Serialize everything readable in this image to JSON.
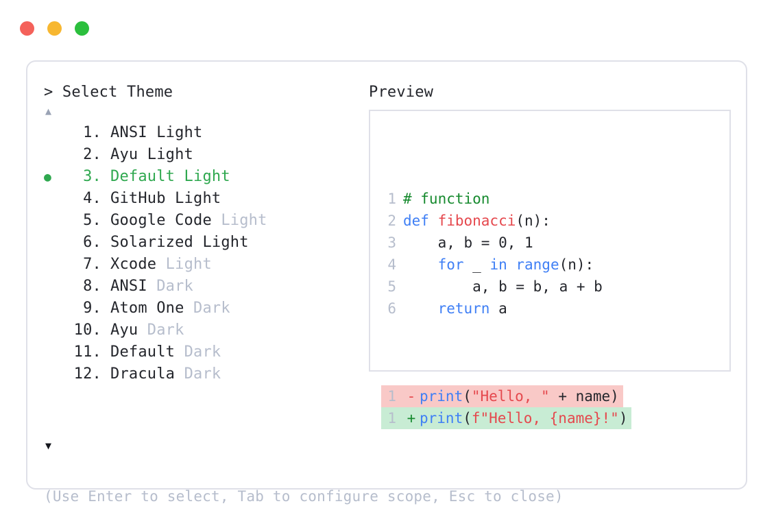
{
  "window": {
    "dots": [
      {
        "name": "close",
        "color": "#f4615a"
      },
      {
        "name": "minimize",
        "color": "#f7b731"
      },
      {
        "name": "maximize",
        "color": "#2bbf3d"
      }
    ]
  },
  "picker": {
    "prompt": "> Select Theme",
    "scroll_up_glyph": "▲",
    "scroll_down_glyph": "▼",
    "selected_bullet": "●",
    "selected_index": 3,
    "accent_color": "#2fa84f",
    "muted_color": "#b6bdcc",
    "items": [
      {
        "number": "1.",
        "name": "ANSI Light",
        "variant": "",
        "selected": false
      },
      {
        "number": "2.",
        "name": "Ayu Light",
        "variant": "",
        "selected": false
      },
      {
        "number": "3.",
        "name": "Default Light",
        "variant": "",
        "selected": true
      },
      {
        "number": "4.",
        "name": "GitHub Light",
        "variant": "",
        "selected": false
      },
      {
        "number": "5.",
        "name": "Google Code",
        "variant": "Light",
        "selected": false
      },
      {
        "number": "6.",
        "name": "Solarized Light",
        "variant": "",
        "selected": false
      },
      {
        "number": "7.",
        "name": "Xcode",
        "variant": "Light",
        "selected": false
      },
      {
        "number": "8.",
        "name": "ANSI",
        "variant": "Dark",
        "selected": false
      },
      {
        "number": "9.",
        "name": "Atom One",
        "variant": "Dark",
        "selected": false
      },
      {
        "number": "10.",
        "name": "Ayu",
        "variant": "Dark",
        "selected": false
      },
      {
        "number": "11.",
        "name": "Default",
        "variant": "Dark",
        "selected": false
      },
      {
        "number": "12.",
        "name": "Dracula",
        "variant": "Dark",
        "selected": false
      }
    ],
    "hint": "(Use Enter to select, Tab to configure scope, Esc to close)"
  },
  "preview": {
    "title": "Preview",
    "code_lines": [
      {
        "ln": "1",
        "tokens": [
          {
            "t": "# function",
            "c": "comment"
          }
        ]
      },
      {
        "ln": "2",
        "tokens": [
          {
            "t": "def ",
            "c": "kw"
          },
          {
            "t": "fibonacci",
            "c": "fn"
          },
          {
            "t": "(n):",
            "c": "plain"
          }
        ]
      },
      {
        "ln": "3",
        "tokens": [
          {
            "t": "    a, b = 0, 1",
            "c": "plain"
          }
        ]
      },
      {
        "ln": "4",
        "tokens": [
          {
            "t": "    ",
            "c": "plain"
          },
          {
            "t": "for",
            "c": "kw"
          },
          {
            "t": " _ ",
            "c": "plain"
          },
          {
            "t": "in range",
            "c": "kw"
          },
          {
            "t": "(n):",
            "c": "plain"
          }
        ]
      },
      {
        "ln": "5",
        "tokens": [
          {
            "t": "        a, b = b, a + b",
            "c": "plain"
          }
        ]
      },
      {
        "ln": "6",
        "tokens": [
          {
            "t": "    ",
            "c": "plain"
          },
          {
            "t": "return",
            "c": "kw"
          },
          {
            "t": " a",
            "c": "plain"
          }
        ]
      }
    ],
    "diff_lines": [
      {
        "ln": "1",
        "kind": "del",
        "sign": "-",
        "tokens": [
          {
            "t": "print",
            "c": "kw"
          },
          {
            "t": "(",
            "c": "plain"
          },
          {
            "t": "\"Hello, \"",
            "c": "str"
          },
          {
            "t": " + name)",
            "c": "plain"
          }
        ]
      },
      {
        "ln": "1",
        "kind": "add",
        "sign": "+",
        "tokens": [
          {
            "t": "print",
            "c": "kw"
          },
          {
            "t": "(",
            "c": "plain"
          },
          {
            "t": "f\"Hello, {name}!\"",
            "c": "str"
          },
          {
            "t": ")",
            "c": "plain"
          }
        ]
      }
    ],
    "diff_colors": {
      "deleted_bg": "#f9c9c7",
      "added_bg": "#c8ecd4"
    }
  }
}
